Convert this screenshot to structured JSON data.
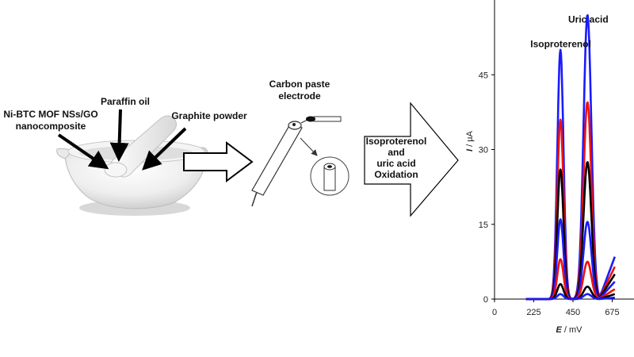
{
  "labels": {
    "composite_line1": "Ni-BTC MOF NSs/GO",
    "composite_line2": "nanocomposite",
    "paraffin": "Paraffin oil",
    "graphite": "Graphite powder",
    "electrode_line1": "Carbon paste",
    "electrode_line2": "electrode",
    "process_line1": "Isoproterenol",
    "process_line2": "and",
    "process_line3": "uric acid",
    "process_line4": "Oxidation"
  },
  "colors": {
    "blue": "#1a1aff",
    "red": "#ee1111",
    "black": "#000000"
  },
  "chart_data": {
    "type": "line",
    "xlabel_var": "E",
    "xlabel_unit": "/ mV",
    "ylabel_var": "I",
    "ylabel_unit": "/ µA",
    "xlim": [
      0,
      800
    ],
    "ylim": [
      0,
      60
    ],
    "xticks": [
      0,
      225,
      450,
      675
    ],
    "yticks": [
      0,
      15,
      30,
      45
    ],
    "annotations": [
      {
        "text": "Isoproterenol",
        "x": 380,
        "y": 50.5
      },
      {
        "text": "Uric acid",
        "x": 538,
        "y": 55.5
      }
    ],
    "series": [
      {
        "color": "#1a1aff",
        "peak1": 50,
        "peak2": 57,
        "tail": 8.5
      },
      {
        "color": "#ee1111",
        "peak1": 36,
        "peak2": 39.5,
        "tail": 6.5
      },
      {
        "color": "#000000",
        "peak1": 26,
        "peak2": 27.5,
        "tail": 5
      },
      {
        "color": "#1a1aff",
        "peak1": 16,
        "peak2": 15.5,
        "tail": 3.5
      },
      {
        "color": "#ee1111",
        "peak1": 8,
        "peak2": 7.5,
        "tail": 2
      },
      {
        "color": "#000000",
        "peak1": 3,
        "peak2": 2.5,
        "tail": 1
      },
      {
        "color": "#1a1aff",
        "peak1": 1,
        "peak2": 1,
        "tail": 0.3
      }
    ]
  }
}
